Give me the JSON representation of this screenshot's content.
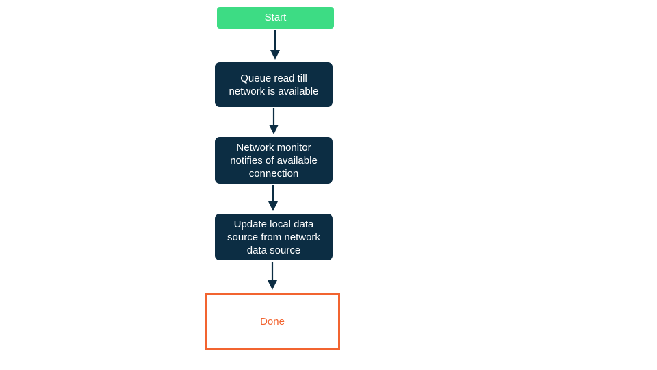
{
  "diagram": {
    "type": "flowchart",
    "orientation": "top-to-bottom",
    "background_color": "#ffffff",
    "nodes": [
      {
        "id": "start",
        "label": "Start",
        "shape": "rounded-rectangle",
        "fill": "#3ddc84",
        "text_color": "#ffffff",
        "border_color": "none"
      },
      {
        "id": "queue",
        "label": "Queue read till\nnetwork is available",
        "shape": "rounded-rectangle",
        "fill": "#0c2d43",
        "text_color": "#ffffff",
        "border_color": "none"
      },
      {
        "id": "monitor",
        "label": "Network monitor\nnotifies of available\nconnection",
        "shape": "rounded-rectangle",
        "fill": "#0c2d43",
        "text_color": "#ffffff",
        "border_color": "none"
      },
      {
        "id": "update",
        "label": "Update local data\nsource from network\ndata source",
        "shape": "rounded-rectangle",
        "fill": "#0c2d43",
        "text_color": "#ffffff",
        "border_color": "none"
      },
      {
        "id": "done",
        "label": "Done",
        "shape": "rectangle",
        "fill": "#ffffff",
        "text_color": "#f26430",
        "border_color": "#f26430"
      }
    ],
    "edges": [
      {
        "id": "edge-start-queue",
        "from": "start",
        "to": "queue",
        "arrow": "down",
        "color": "#0c2d43"
      },
      {
        "id": "edge-queue-monitor",
        "from": "queue",
        "to": "monitor",
        "arrow": "down",
        "color": "#0c2d43"
      },
      {
        "id": "edge-monitor-update",
        "from": "monitor",
        "to": "update",
        "arrow": "down",
        "color": "#0c2d43"
      },
      {
        "id": "edge-update-done",
        "from": "update",
        "to": "done",
        "arrow": "down",
        "color": "#0c2d43"
      }
    ]
  }
}
